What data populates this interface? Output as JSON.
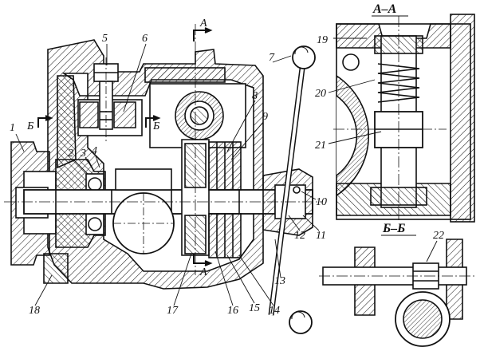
{
  "labels": {
    "n1": "1",
    "n2": "2",
    "n3": "3",
    "n4": "4",
    "n5": "5",
    "n6": "6",
    "n7": "7",
    "n8": "8",
    "n9": "9",
    "n10": "10",
    "n11": "11",
    "n12": "12",
    "n13": "13",
    "n14": "14",
    "n15": "15",
    "n16": "16",
    "n17": "17",
    "n18": "18",
    "n19": "19",
    "n20": "20",
    "n21": "21",
    "n22": "22"
  },
  "section_marks": {
    "section_aa_title": "А–А",
    "section_bb_title": "Б–Б",
    "cut_a_top": "А",
    "cut_a_bottom": "А",
    "cut_b_left": "Б",
    "cut_b_mid": "Б"
  }
}
